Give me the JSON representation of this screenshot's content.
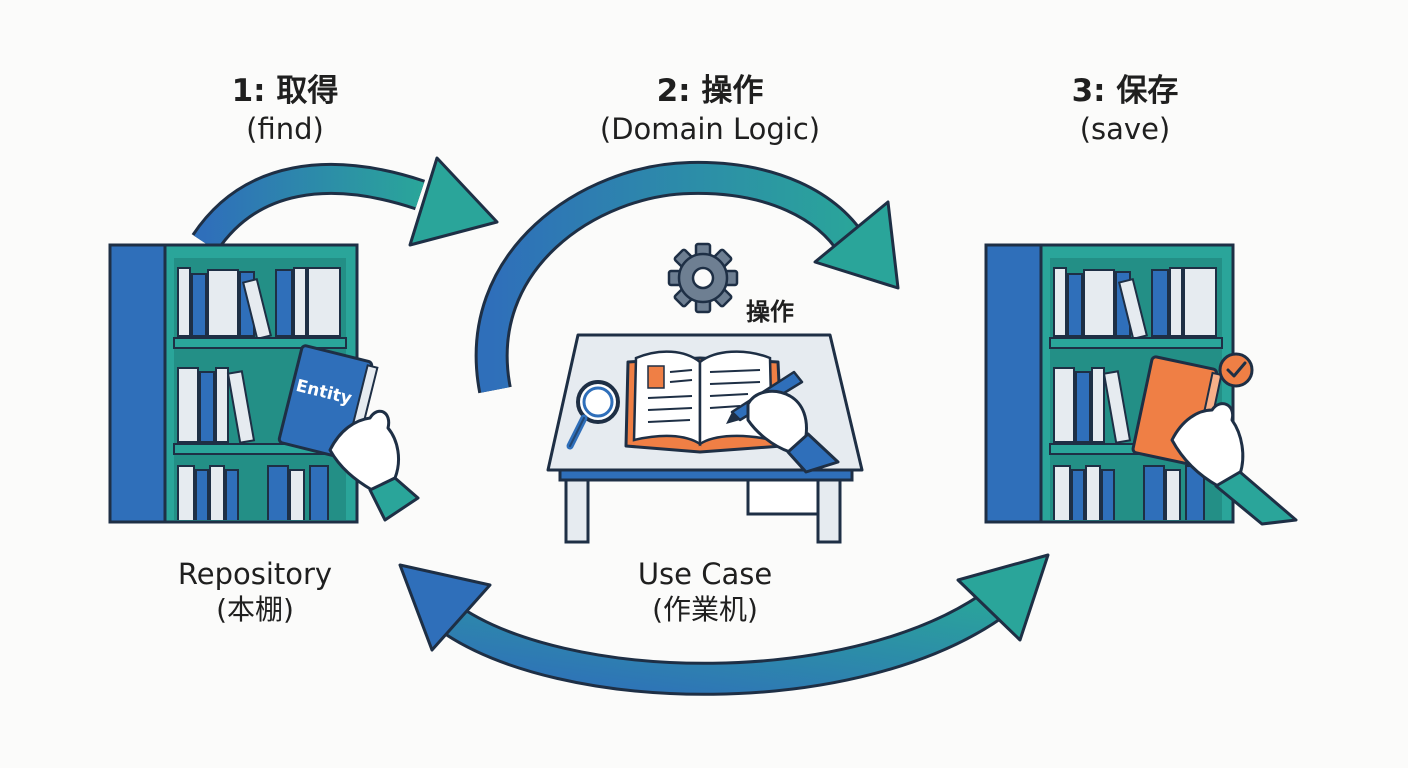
{
  "steps": [
    {
      "title": "1: 取得",
      "subtitle": "(find)"
    },
    {
      "title": "2: 操作",
      "subtitle": "(Domain Logic)"
    },
    {
      "title": "3: 保存",
      "subtitle": "(save)"
    }
  ],
  "nodes": {
    "repository": {
      "name": "Repository",
      "jp": "(本棚)"
    },
    "usecase": {
      "name": "Use Case",
      "jp": "(作業机)"
    }
  },
  "entity_book_label": "Entity",
  "gear_label": "操作",
  "colors": {
    "blue": "#2f6fba",
    "teal": "#2aa59a",
    "orange": "#ef7f45",
    "outline": "#1e2f45",
    "desk": "#e6ebf0"
  },
  "icons": [
    "bookshelf-icon",
    "gear-icon",
    "magnifier-icon",
    "pen-icon",
    "check-badge-icon",
    "hand-icon"
  ]
}
